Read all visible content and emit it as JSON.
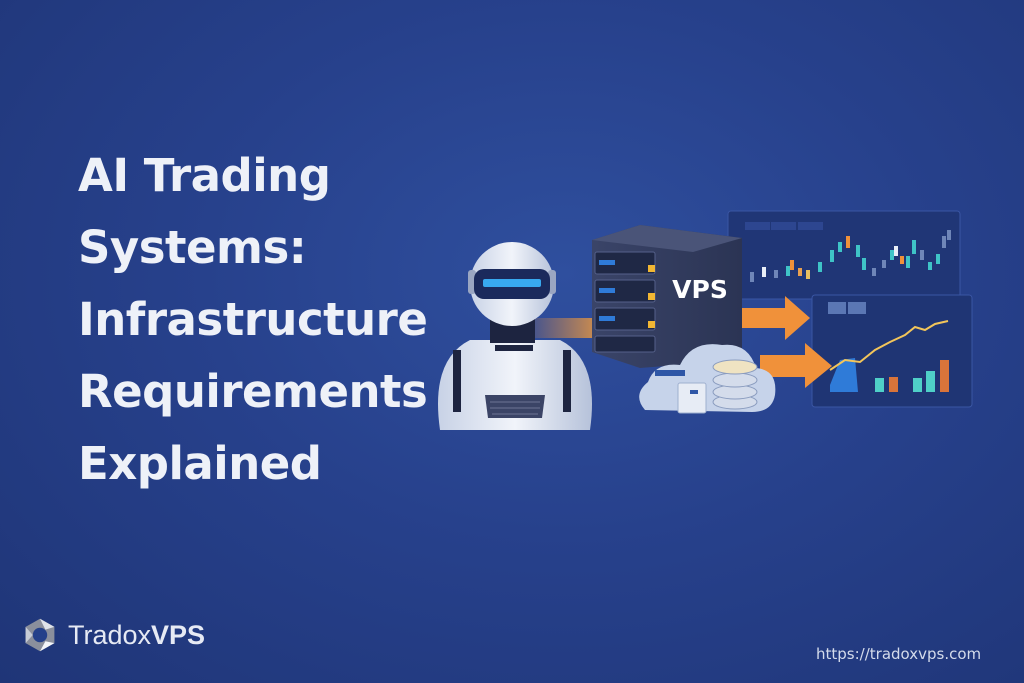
{
  "title": {
    "lines": [
      "AI Trading",
      "Systems:",
      "Infrastructure",
      "Requirements",
      "Explained"
    ]
  },
  "illustration": {
    "server_label": "VPS",
    "elements": [
      "robot",
      "server-rack",
      "cloud-database",
      "trading-chart-candlestick",
      "trading-chart-growth"
    ]
  },
  "brand": {
    "name_light": "Tradox",
    "name_bold": "VPS",
    "url": "https://tradoxvps.com"
  },
  "colors": {
    "background": "#27418c",
    "text": "#eef1f8",
    "accent_orange": "#f0913a",
    "chart_teal": "#3fc4c7"
  }
}
